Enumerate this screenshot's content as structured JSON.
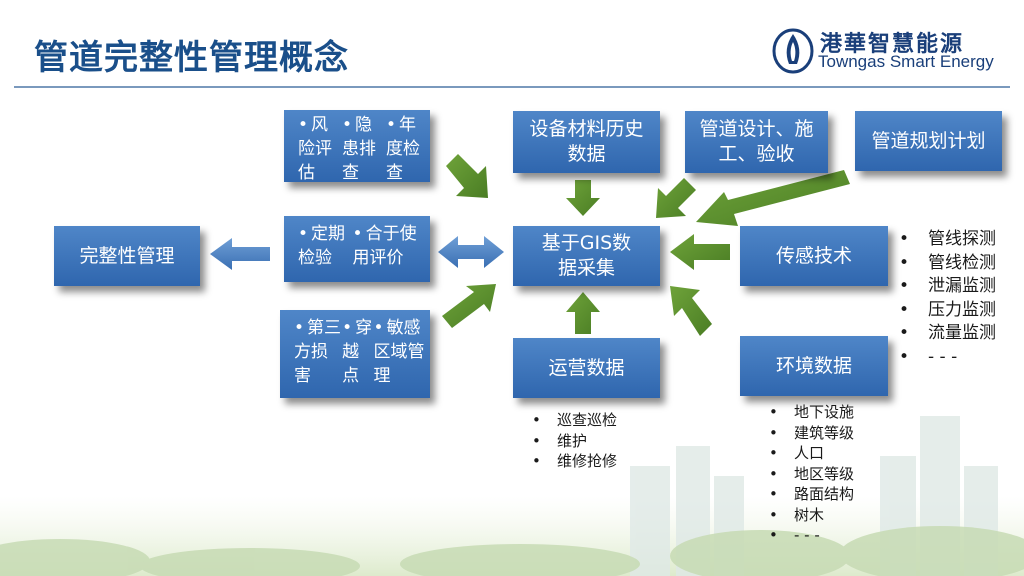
{
  "slide": {
    "title": "管道完整性管理概念"
  },
  "logo": {
    "cn": "港華智慧能源",
    "en": "Towngas Smart Energy"
  },
  "colors": {
    "box": "#3a72b9",
    "arrow_green": "#5b8f2e",
    "arrow_blue": "#4a7fc4",
    "title": "#1a4f8a"
  },
  "boxes": {
    "risk": [
      "风险评估",
      "隐患排查",
      "年度检查"
    ],
    "equipment": "设备材料历史数据",
    "design": "管道设计、施工、验收",
    "planning": "管道规划计划",
    "integrity": "完整性管理",
    "inspection": [
      "定期检验",
      "合于使用评价"
    ],
    "gis": "基于GIS数据采集",
    "sensing": "传感技术",
    "thirdparty": [
      "第三方损害",
      "穿越点",
      "敏感区域管理"
    ],
    "operation": "运营数据",
    "environment": "环境数据"
  },
  "lists": {
    "sensing": [
      "管线探测",
      "管线检测",
      "泄漏监测",
      "压力监测",
      "流量监测",
      "- - -"
    ],
    "operation": [
      "巡查巡检",
      "维护",
      "维修抢修"
    ],
    "environment": [
      "地下设施",
      "建筑等级",
      "人口",
      "地区等级",
      "路面结构",
      "树木",
      "- - -"
    ]
  }
}
